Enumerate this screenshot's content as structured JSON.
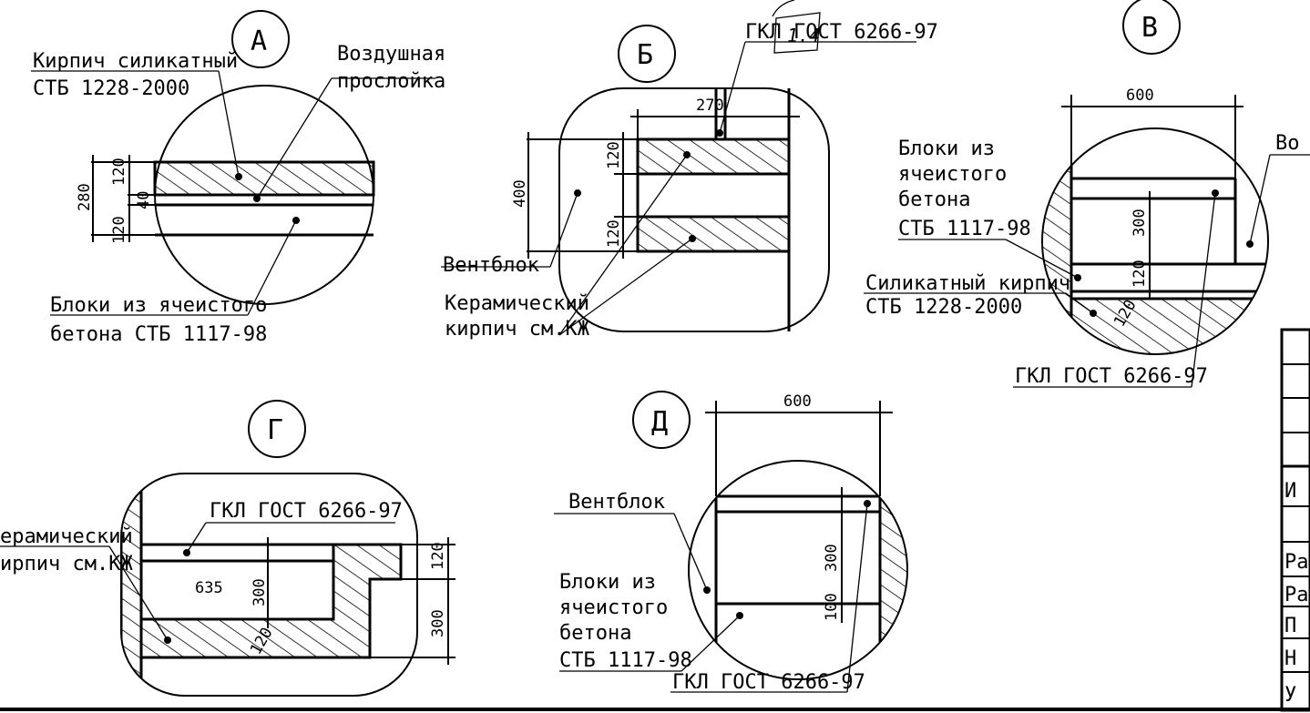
{
  "stamp_text": "1.4",
  "details": {
    "A": {
      "letter": "А",
      "label_brick_l1": "Кирпич силикатный",
      "label_brick_l2": "СТБ 1228-2000",
      "label_air_l1": "Воздушная",
      "label_air_l2": "прослойка",
      "label_block_l1": "Блоки из ячеистого",
      "label_block_l2": "бетона СТБ 1117-98",
      "dim_total": "280",
      "dim_top": "120",
      "dim_mid": "40",
      "dim_bot": "120"
    },
    "B": {
      "letter": "Б",
      "label_gkl": "ГКЛ ГОСТ 6266-97",
      "label_vent": "Вентблок",
      "label_ceramic_l1": "Керамический",
      "label_ceramic_l2": "кирпич см.КЖ",
      "dim_width": "270",
      "dim_height": "400",
      "dim_top": "120",
      "dim_bot": "120"
    },
    "V": {
      "letter": "В",
      "label_blocks_l1": "Блоки из",
      "label_blocks_l2": "ячеистого",
      "label_blocks_l3": "бетона",
      "label_blocks_l4": "СТБ 1117-98",
      "label_silicate_l1": "Силикатный кирпич",
      "label_silicate_l2": "СТБ 1228-2000",
      "label_gkl": "ГКЛ ГОСТ 6266-97",
      "label_cut": "Во",
      "dim_width": "600",
      "dim_height": "300",
      "dim_small": "120",
      "dim_hatched": "120"
    },
    "G": {
      "letter": "Г",
      "label_gkl": "ГКЛ ГОСТ 6266-97",
      "label_ceramic_l1": "ерамический",
      "label_ceramic_l2": "ирпич см.КЖ",
      "dim_width": "635",
      "dim_height": "300",
      "dim_right_top": "120",
      "dim_right_bot": "300",
      "dim_hatched": "120"
    },
    "D": {
      "letter": "Д",
      "label_vent": "Вентблок",
      "label_blocks_l1": "Блоки из",
      "label_blocks_l2": "ячеистого",
      "label_blocks_l3": "бетона",
      "label_blocks_l4": "СТБ 1117-98",
      "label_gkl": "ГКЛ ГОСТ 6266-97",
      "dim_width": "600",
      "dim_height": "300",
      "dim_small": "100"
    }
  },
  "title_block": {
    "rows": [
      "И",
      "Ра",
      "Ра",
      "П",
      "Н",
      "У"
    ]
  }
}
